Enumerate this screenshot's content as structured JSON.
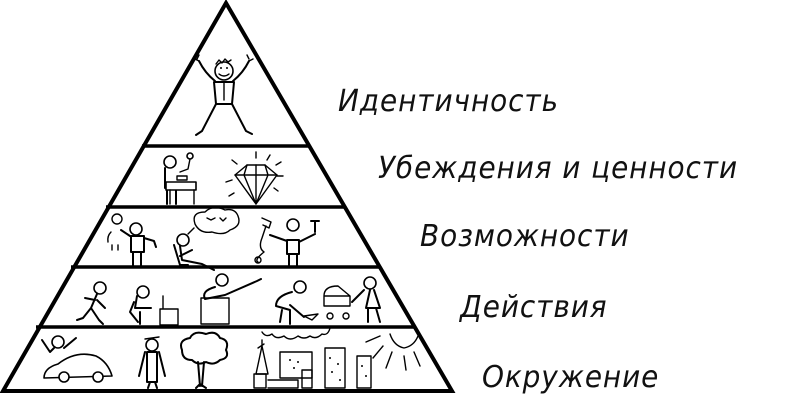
{
  "diagram": {
    "type": "pyramid",
    "title": "",
    "levels": [
      {
        "index": 1,
        "label": "Идентичность",
        "illustration": "joyful-person-arms-raised"
      },
      {
        "index": 2,
        "label": "Убеждения и ценности",
        "illustration": "person-at-desk-with-magnifier-and-shining-diamond"
      },
      {
        "index": 3,
        "label": "Возможности",
        "illustration": "people-thinking-and-holding-drill-and-hammer"
      },
      {
        "index": 4,
        "label": "Действия",
        "illustration": "people-walking-working-pointing-digging-pushing-stroller"
      },
      {
        "index": 5,
        "label": "Окружение",
        "illustration": "woman-car-man-tree-city-buildings-cloud-sun"
      }
    ],
    "colors": {
      "stroke": "#000000",
      "fill": "#ffffff",
      "text": "#111111"
    }
  }
}
